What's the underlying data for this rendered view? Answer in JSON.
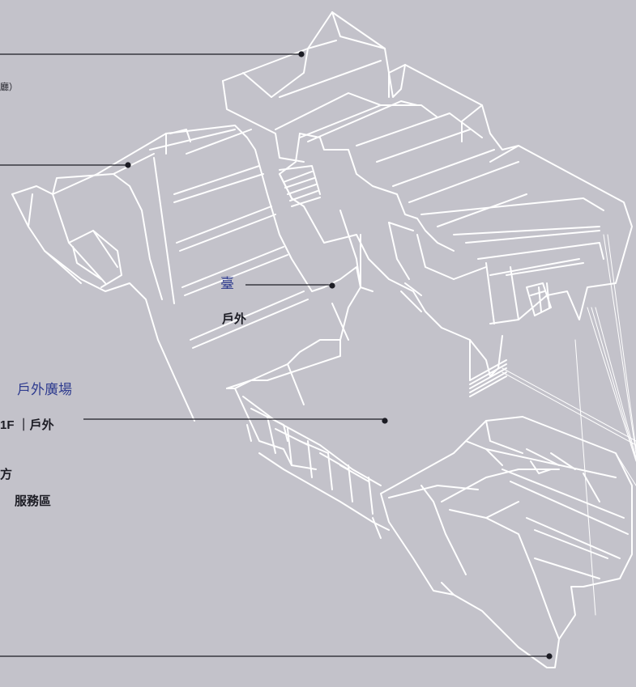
{
  "colors": {
    "background": "#c3c2ca",
    "outline": "#ffffff",
    "leader": "#1c1c24",
    "accent_text": "#2f3c8f"
  },
  "labels": {
    "hall_note": "廳）",
    "stage_title": "臺",
    "stage_sub": "戶外",
    "plaza_title": "戶外廣場",
    "plaza_sub": "1F ｜戶外",
    "line6_text": "方",
    "service_text": "服務區"
  }
}
